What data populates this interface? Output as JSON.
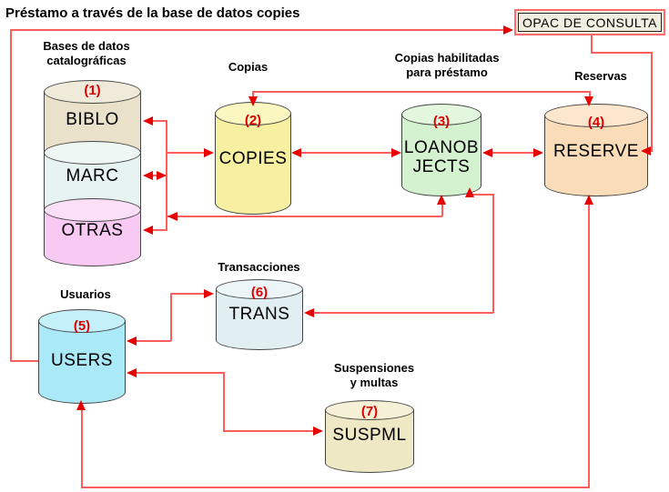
{
  "title": "Préstamo a través de la base de datos copies",
  "opac_box": {
    "label": "OPAC DE CONSULTA"
  },
  "labels": {
    "catalog_line1": "Bases de datos",
    "catalog_line2": "catalográficas",
    "copies": "Copias",
    "loan_line1": "Copias habilitadas",
    "loan_line2": "para préstamo",
    "reserve": "Reservas",
    "users": "Usuarios",
    "trans": "Transacciones",
    "susp_line1": "Suspensiones",
    "susp_line2": "y multas"
  },
  "cylinders": {
    "biblo": {
      "name": "BIBLO",
      "number": "(1)",
      "color": "#e9e1c9"
    },
    "marc": {
      "name": "MARC",
      "color": "#e7f3f1"
    },
    "otras": {
      "name": "OTRAS",
      "color": "#f8c9f2"
    },
    "copies": {
      "name": "COPIES",
      "number": "(2)",
      "color": "#f7f0a0"
    },
    "loanobjects": {
      "name_line1": "LOANOB",
      "name_line2": "JECTS",
      "number": "(3)",
      "color": "#d5f2d0"
    },
    "reserve": {
      "name": "RESERVE",
      "number": "(4)",
      "color": "#fbdcb9"
    },
    "users": {
      "name": "USERS",
      "number": "(5)",
      "color": "#aae9f8"
    },
    "trans": {
      "name": "TRANS",
      "number": "(6)",
      "color": "#e2eff2"
    },
    "suspml": {
      "name": "SUSPML",
      "number": "(7)",
      "color": "#efe8c4"
    }
  },
  "connections": [
    {
      "from": "USERS",
      "to": "OPAC DE CONSULTA",
      "type": "one-way"
    },
    {
      "from": "OPAC DE CONSULTA",
      "to": "RESERVE",
      "type": "one-way"
    },
    {
      "from": "COPIES",
      "to": "RESERVE",
      "type": "two-way"
    },
    {
      "from": "BIBLO",
      "to": "catalog-junction",
      "type": "into-biblo"
    },
    {
      "from": "MARC",
      "to": "catalog-junction",
      "type": "two-way"
    },
    {
      "from": "OTRAS",
      "to": "catalog-junction",
      "type": "into-otras"
    },
    {
      "from": "catalog-junction",
      "to": "COPIES",
      "type": "one-way"
    },
    {
      "from": "LOANOBJECTS",
      "to": "catalog-junction",
      "type": "two-way"
    },
    {
      "from": "COPIES",
      "to": "LOANOBJECTS",
      "type": "two-way"
    },
    {
      "from": "LOANOBJECTS",
      "to": "RESERVE",
      "type": "two-way"
    },
    {
      "from": "LOANOBJECTS",
      "to": "TRANS",
      "type": "two-way"
    },
    {
      "from": "TRANS",
      "to": "USERS",
      "type": "two-way"
    },
    {
      "from": "USERS",
      "to": "SUSPML",
      "type": "two-way"
    },
    {
      "from": "RESERVE",
      "to": "USERS",
      "type": "two-way"
    }
  ],
  "accent_colors": {
    "arrow_line": "#ff5c5c",
    "arrow_head": "#e60000",
    "number_label": "#dd0000"
  }
}
